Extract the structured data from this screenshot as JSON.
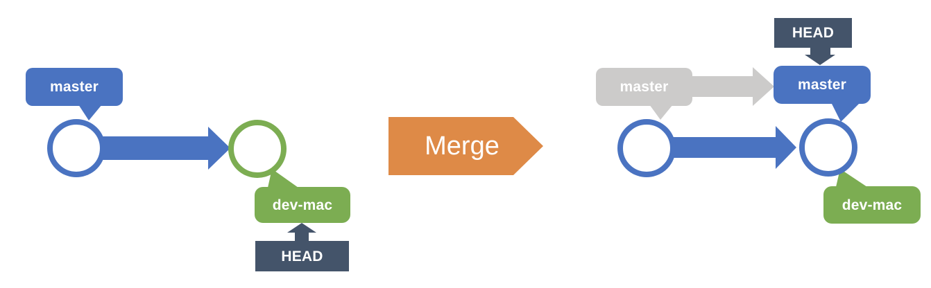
{
  "diagram": {
    "type": "git-branch-merge-before-after",
    "before": {
      "master_label": "master",
      "devmac_label": "dev-mac",
      "head_label": "HEAD"
    },
    "transition_label": "Merge",
    "after": {
      "old_master_label": "master",
      "master_label": "master",
      "head_label": "HEAD",
      "devmac_label": "dev-mac"
    },
    "colors": {
      "blue": "#4A73C1",
      "green": "#7CAD52",
      "gray": "#CCCBCA",
      "slate": "#44546A",
      "orange": "#DE8A47",
      "label_text": "#FFFFFF"
    }
  }
}
